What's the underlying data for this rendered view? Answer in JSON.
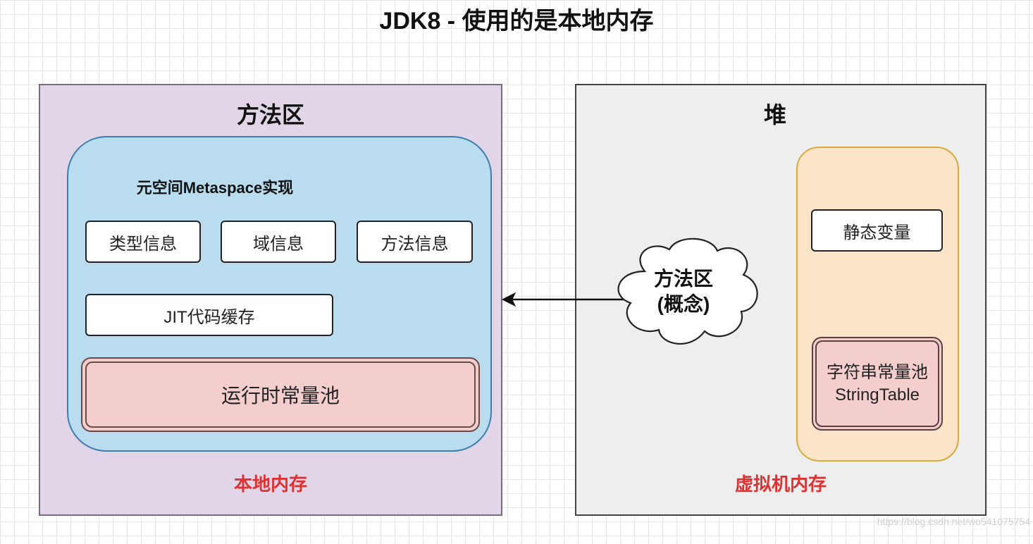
{
  "title": "JDK8 - 使用的是本地内存",
  "method_area_panel": {
    "title": "方法区",
    "memory_label": "本地内存",
    "metaspace": {
      "title": "元空间Metaspace实现",
      "items": [
        "类型信息",
        "域信息",
        "方法信息"
      ],
      "jit_cache": "JIT代码缓存",
      "runtime_constant_pool": "运行时常量池"
    }
  },
  "heap_panel": {
    "title": "堆",
    "memory_label": "虚拟机内存",
    "static_variables": "静态变量",
    "string_pool": {
      "line1": "字符串常量池",
      "line2": "StringTable"
    }
  },
  "cloud": {
    "line1": "方法区",
    "line2": "(概念)"
  },
  "watermark": "https://blog.csdn.net/wo541075754",
  "colors": {
    "method_area_bg": "#e1d5e7",
    "metaspace_bg": "#b9dcee",
    "heap_bg": "#eeeeee",
    "static_area_bg": "#fbe4c8",
    "pool_bg": "#f4cdcd",
    "memory_label": "#e03131"
  }
}
